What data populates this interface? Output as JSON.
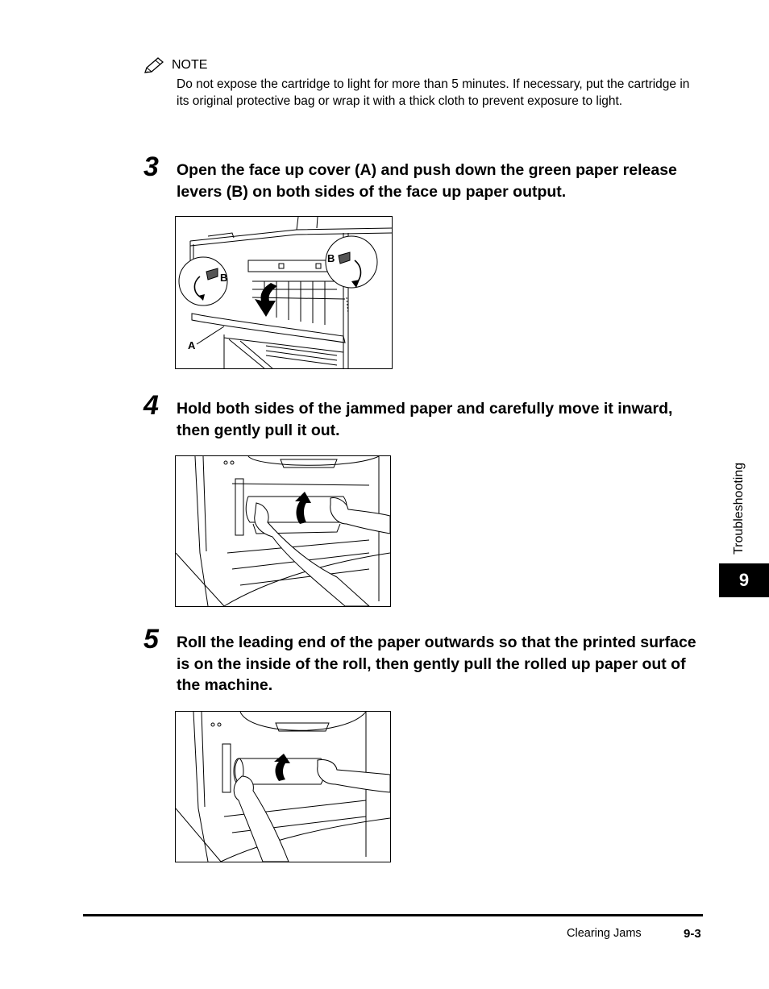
{
  "note": {
    "label": "NOTE",
    "text": "Do not expose the cartridge to light for more than 5 minutes. If necessary, put the cartridge in its original protective bag or wrap it with a thick cloth to prevent exposure to light."
  },
  "steps": [
    {
      "number": "3",
      "text": "Open the face up cover (A) and push down the green paper release levers (B) on both sides of the face up paper output.",
      "figure_labels": {
        "a": "A",
        "b_left": "B",
        "b_right": "B"
      }
    },
    {
      "number": "4",
      "text": "Hold both sides of the jammed paper and carefully move it inward, then gently pull it out."
    },
    {
      "number": "5",
      "text": "Roll the leading end of the paper outwards so that the printed surface is on the inside of the roll, then gently pull the rolled up paper out of the machine."
    }
  ],
  "side_tab": {
    "section": "Troubleshooting",
    "chapter": "9"
  },
  "footer": {
    "title": "Clearing Jams",
    "page": "9-3"
  },
  "icons": {
    "note": "pencil-note-icon"
  }
}
